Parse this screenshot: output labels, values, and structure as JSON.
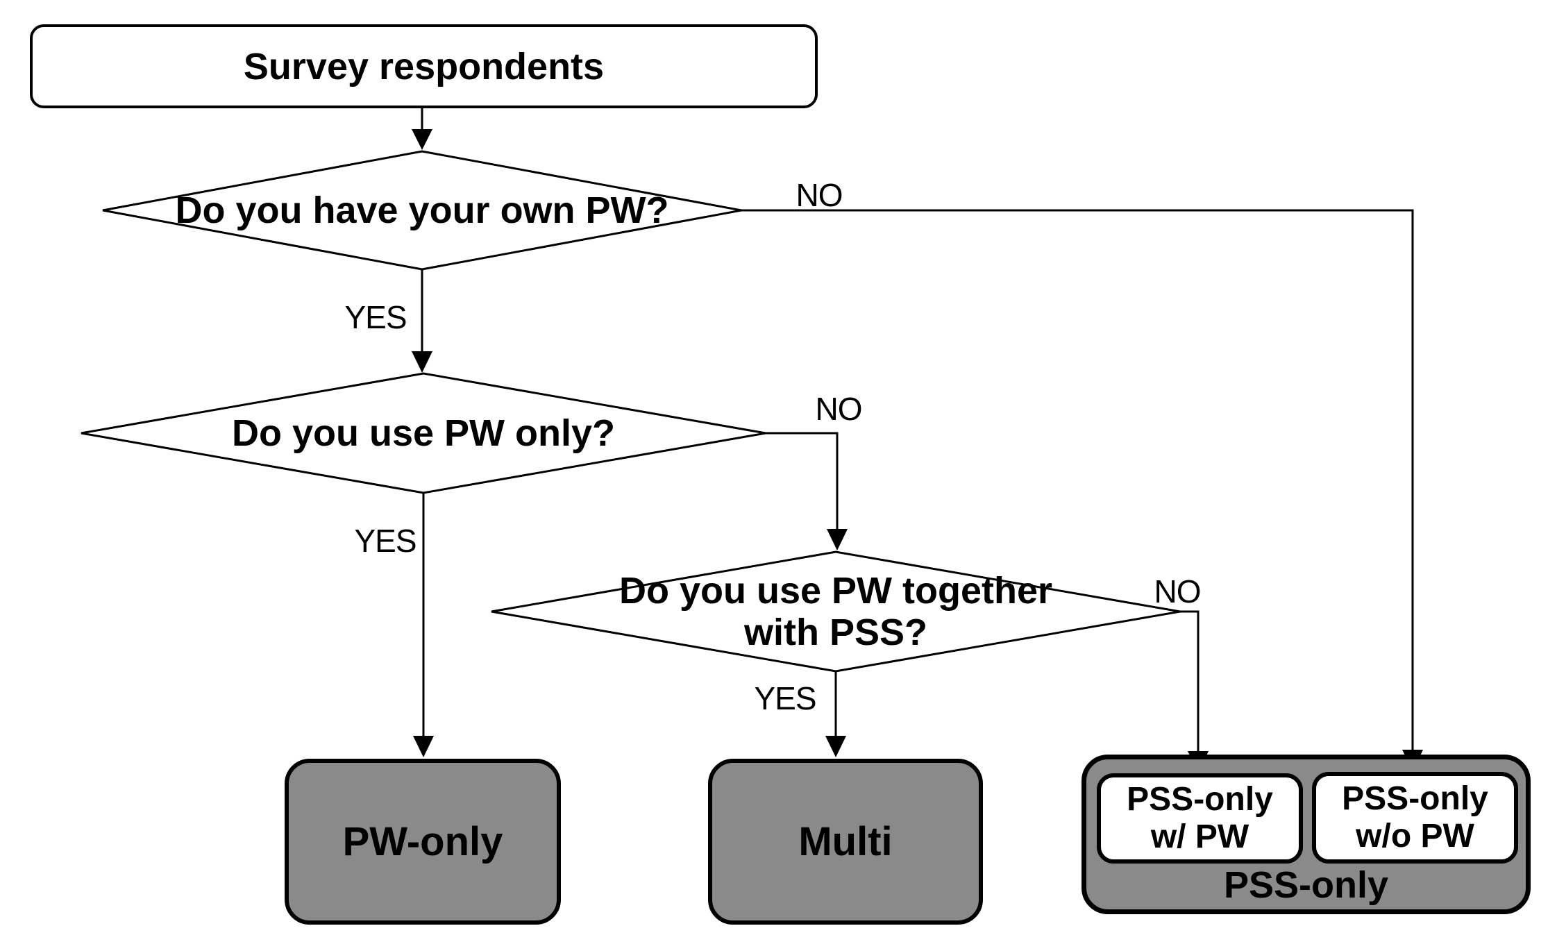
{
  "flowchart": {
    "start_node": "Survey respondents",
    "decisions": [
      {
        "question": "Do you have your own PW?"
      },
      {
        "question": "Do you use PW only?"
      },
      {
        "question_line1": "Do you use PW together",
        "question_line2": "with PSS?"
      }
    ],
    "labels": {
      "yes": "YES",
      "no": "NO"
    },
    "outcomes": {
      "pw_only": "PW-only",
      "multi": "Multi",
      "pss_group_label": "PSS-only",
      "pss_with_pw": {
        "line1": "PSS-only",
        "line2": "w/ PW"
      },
      "pss_without_pw": {
        "line1": "PSS-only",
        "line2": "w/o PW"
      }
    },
    "colors": {
      "outcome_fill": "#8a8a8a",
      "stroke": "#000000",
      "node_fill": "#ffffff",
      "background": "#ffffff"
    }
  }
}
